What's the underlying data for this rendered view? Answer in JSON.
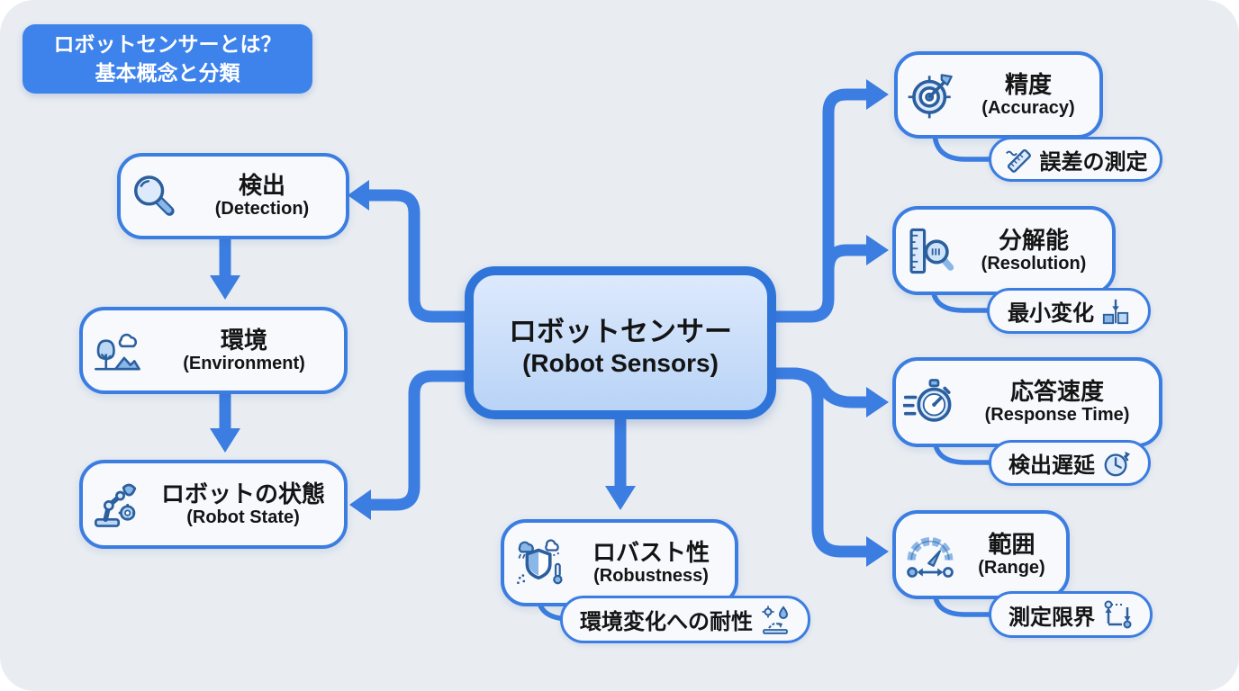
{
  "title_badge": {
    "line1": "ロボットセンサーとは？",
    "line2": "基本概念と分類"
  },
  "center_node": {
    "ja": "ロボットセンサー",
    "en": "(Robot Sensors)"
  },
  "left_nodes": [
    {
      "id": "detection",
      "ja": "検出",
      "en": "(Detection)",
      "icon": "magnifier-icon"
    },
    {
      "id": "environment",
      "ja": "環境",
      "en": "(Environment)",
      "icon": "nature-icon"
    },
    {
      "id": "robot-state",
      "ja": "ロボットの状態",
      "en": "(Robot State)",
      "icon": "robot-arm-icon"
    }
  ],
  "right_nodes": [
    {
      "id": "accuracy",
      "ja": "精度",
      "en": "(Accuracy)",
      "icon": "target-icon",
      "sub_label": "誤差の測定",
      "sub_icon": "ruler-icon"
    },
    {
      "id": "resolution",
      "ja": "分解能",
      "en": "(Resolution)",
      "icon": "ruler-magnifier-icon",
      "sub_label": "最小変化",
      "sub_icon": "min-change-icon"
    },
    {
      "id": "response-time",
      "ja": "応答速度",
      "en": "(Response Time)",
      "icon": "stopwatch-icon",
      "sub_label": "検出遅延",
      "sub_icon": "delay-clock-icon"
    },
    {
      "id": "range",
      "ja": "範囲",
      "en": "(Range)",
      "icon": "gauge-icon",
      "sub_label": "測定限界",
      "sub_icon": "bounds-icon"
    }
  ],
  "bottom_node": {
    "id": "robustness",
    "ja": "ロバスト性",
    "en": "(Robustness)",
    "icon": "shield-weather-icon",
    "sub_label": "環境変化への耐性",
    "sub_icon": "weather-resist-icon"
  },
  "colors": {
    "background": "#e9edf2",
    "connector_blue": "#3b7de1",
    "badge_blue": "#3e83eb",
    "center_border": "#2e74d9",
    "center_fill_top": "#dde9fc",
    "center_fill_bottom": "#b9d4f7",
    "node_fill": "#f7f9fd",
    "icon_stroke": "#2b5f9e",
    "icon_fill_light": "#ddeafc",
    "icon_fill_mid": "#8ab6e8",
    "text": "#141414"
  }
}
